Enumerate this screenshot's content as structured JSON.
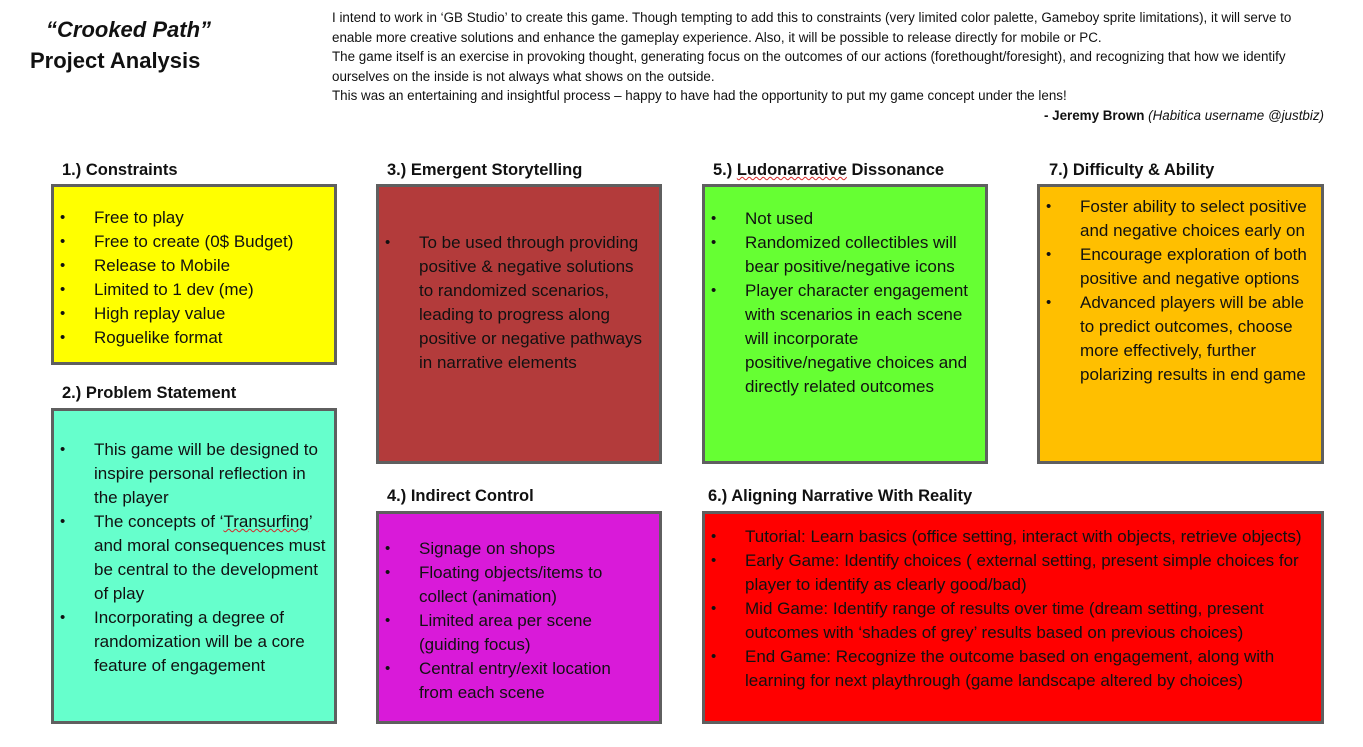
{
  "header": {
    "project_name": "“Crooked Path”",
    "subtitle": "Project Analysis"
  },
  "intro": {
    "paragraphs": [
      "I intend to work in ‘GB Studio’ to create this game. Though tempting to add this to constraints (very limited color palette, Gameboy sprite limitations), it will serve to enable more creative solutions and enhance the gameplay experience. Also, it will be possible to release directly for mobile or PC.",
      "The game itself is an exercise in provoking thought, generating focus on the outcomes of our actions (forethought/foresight), and recognizing that how we identify ourselves on the inside is not always what shows on the outside.",
      "This was an entertaining and insightful process – happy to have had the opportunity to put my game concept under the lens!"
    ],
    "signature_name": "- Jeremy Brown",
    "signature_note": "(Habitica username @justbiz)"
  },
  "sections": {
    "constraints": {
      "title": "1.) Constraints",
      "color": "#ffff00",
      "items": [
        "Free to play",
        "Free to create (0$ Budget)",
        "Release to Mobile",
        "Limited to 1 dev (me)",
        "High replay value",
        "Roguelike format"
      ]
    },
    "problem": {
      "title": "2.) Problem Statement",
      "color": "#66ffcc",
      "items": [
        "This game will be designed to inspire personal reflection in the player",
        "The concepts of ‘Transurfing’ and moral consequences must be central to the development of play",
        "Incorporating a degree of randomization will be a core feature of engagement"
      ]
    },
    "emergent": {
      "title": "3.) Emergent Storytelling",
      "color": "#b33b3b",
      "items": [
        "To be used through providing positive & negative solutions to randomized scenarios, leading to progress along positive or negative pathways in narrative elements"
      ]
    },
    "indirect": {
      "title": "4.) Indirect Control",
      "color": "#d91ad9",
      "items": [
        "Signage on shops",
        "Floating objects/items to collect (animation)",
        "Limited area per scene (guiding focus)",
        "Central entry/exit location from each scene"
      ]
    },
    "ludo": {
      "title": "5.) Ludonarrative Dissonance",
      "color": "#66ff33",
      "items": [
        "Not used",
        "Randomized collectibles will bear positive/negative icons",
        "Player character engagement with scenarios in each scene will incorporate positive/negative choices and directly related outcomes"
      ]
    },
    "aligning": {
      "title": "6.) Aligning Narrative With Reality",
      "color": "#ff0000",
      "items": [
        "Tutorial: Learn basics (office setting, interact with objects, retrieve objects)",
        "Early Game: Identify choices ( external setting, present simple choices for player to identify as clearly good/bad)",
        "Mid Game: Identify range of results over time (dream setting, present outcomes with ‘shades of grey’ results based on previous choices)",
        "End Game: Recognize the outcome based on engagement, along with learning for next playthrough (game landscape altered by choices)"
      ]
    },
    "difficulty": {
      "title": "7.) Difficulty & Ability",
      "color": "#ffbf00",
      "items": [
        "Foster ability to select positive and negative choices early on",
        "Encourage exploration of both positive and negative options",
        "Advanced players will be able to predict outcomes, choose more effectively, further polarizing results in end game"
      ]
    }
  }
}
